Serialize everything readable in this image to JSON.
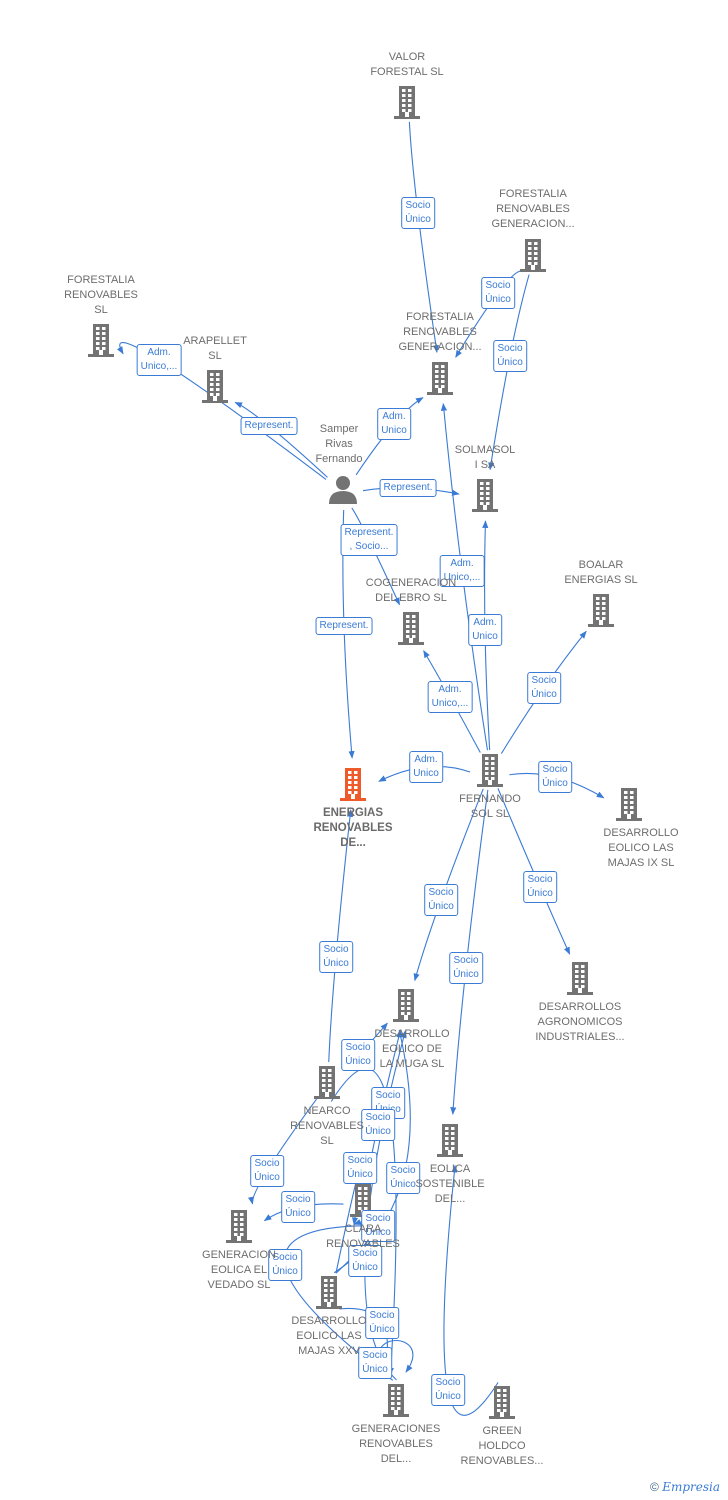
{
  "colors": {
    "node": "#737373",
    "focus": "#ef5a2a",
    "edge": "#3a7bd5"
  },
  "nodes": [
    {
      "id": "valor",
      "label": "VALOR\nFORESTAL SL",
      "icon": "building-icon"
    },
    {
      "id": "frg_top",
      "label": "FORESTALIA\nRENOVABLES\nGENERACION...",
      "icon": "building-icon"
    },
    {
      "id": "fr_sl",
      "label": "FORESTALIA\nRENOVABLES\nSL",
      "icon": "building-icon"
    },
    {
      "id": "arapellet",
      "label": "ARAPELLET\nSL",
      "icon": "building-icon"
    },
    {
      "id": "frg_mid",
      "label": "FORESTALIA\nRENOVABLES\nGENERACION...",
      "icon": "building-icon"
    },
    {
      "id": "samper",
      "label": "Samper\nRivas\nFernando",
      "icon": "person-icon"
    },
    {
      "id": "solmasol",
      "label": "SOLMASOL\nI SA",
      "icon": "building-icon"
    },
    {
      "id": "cogen",
      "label": "COGENERACION\nDEL EBRO  SL",
      "icon": "building-icon"
    },
    {
      "id": "boalar",
      "label": "BOALAR\nENERGIAS  SL",
      "icon": "building-icon"
    },
    {
      "id": "energias",
      "label": "ENERGIAS\nRENOVABLES\nDE...",
      "icon": "building-icon",
      "focus": true
    },
    {
      "id": "fernando",
      "label": "FERNANDO\nSOL SL",
      "icon": "building-icon"
    },
    {
      "id": "des_ix",
      "label": "DESARROLLO\nEOLICO LAS\nMAJAS IX  SL",
      "icon": "building-icon"
    },
    {
      "id": "des_agro",
      "label": "DESARROLLOS\nAGRONOMICOS\nINDUSTRIALES...",
      "icon": "building-icon"
    },
    {
      "id": "des_muga",
      "label": "DESARROLLO\nEOLICO DE\nLA MUGA SL",
      "icon": "building-icon"
    },
    {
      "id": "nearco",
      "label": "NEARCO\nRENOVABLES\nSL",
      "icon": "building-icon"
    },
    {
      "id": "eolica",
      "label": "EOLICA\nSOSTENIBLE\nDEL...",
      "icon": "building-icon"
    },
    {
      "id": "clar",
      "label": "CLARA\nRENOVABLES",
      "icon": "building-icon"
    },
    {
      "id": "gen_vedado",
      "label": "GENERACION\nEOLICA EL\nVEDADO SL",
      "icon": "building-icon"
    },
    {
      "id": "des_xxv",
      "label": "DESARROLLO\nEOLICO LAS\nMAJAS XXV",
      "icon": "building-icon"
    },
    {
      "id": "gen_ren",
      "label": "GENERACIONES\nRENOVABLES\nDEL...",
      "icon": "building-icon"
    },
    {
      "id": "green",
      "label": "GREEN\nHOLDCO\nRENOVABLES...",
      "icon": "building-icon"
    }
  ],
  "edges": [
    {
      "from": "valor",
      "to": "frg_mid",
      "label": "Socio\nÚnico"
    },
    {
      "from": "frg_top",
      "to": "frg_mid",
      "label": "Socio\nÚnico"
    },
    {
      "from": "frg_top",
      "to": "solmasol",
      "label": "Socio\nÚnico"
    },
    {
      "from": "samper",
      "to": "fr_sl",
      "label": "Adm.\nUnico,..."
    },
    {
      "from": "samper",
      "to": "arapellet",
      "label": "Represent."
    },
    {
      "from": "samper",
      "to": "frg_mid",
      "label": "Adm.\nUnico"
    },
    {
      "from": "samper",
      "to": "solmasol",
      "label": "Represent."
    },
    {
      "from": "samper",
      "to": "cogen",
      "label": "Represent.\n, Socio..."
    },
    {
      "from": "samper",
      "to": "energias",
      "label": "Represent."
    },
    {
      "from": "fernando",
      "to": "frg_mid",
      "label": "Adm.\nUnico,..."
    },
    {
      "from": "fernando",
      "to": "solmasol",
      "label": "Adm.\nUnico"
    },
    {
      "from": "fernando",
      "to": "cogen",
      "label": "Adm.\nUnico,..."
    },
    {
      "from": "fernando",
      "to": "boalar",
      "label": "Socio\nÚnico"
    },
    {
      "from": "fernando",
      "to": "energias",
      "label": "Adm.\nUnico"
    },
    {
      "from": "fernando",
      "to": "des_ix",
      "label": "Socio\nÚnico"
    },
    {
      "from": "fernando",
      "to": "des_agro",
      "label": "Socio\nÚnico"
    },
    {
      "from": "fernando",
      "to": "des_muga",
      "label": "Socio\nÚnico"
    },
    {
      "from": "fernando",
      "to": "eolica",
      "label": "Socio\nÚnico"
    },
    {
      "from": "nearco",
      "to": "energias",
      "label": "Socio\nÚnico"
    },
    {
      "from": "nearco",
      "to": "des_muga",
      "label": "Socio\nÚnico"
    },
    {
      "from": "nearco",
      "to": "gen_vedado",
      "label": "Socio\nÚnico"
    },
    {
      "from": "nearco",
      "to": "gen_ren",
      "label": "Socio\nÚnico"
    },
    {
      "from": "clar",
      "to": "des_muga",
      "label": "Socio\nÚnico"
    },
    {
      "from": "clar",
      "to": "gen_vedado",
      "label": "Socio\nÚnico"
    },
    {
      "from": "des_xxv",
      "to": "clar",
      "label": "Socio\nÚnico"
    },
    {
      "from": "des_xxv",
      "to": "des_muga",
      "label": "Socio\nÚnico"
    },
    {
      "from": "des_xxv",
      "to": "clar",
      "label": "Socio\nÚnico"
    },
    {
      "from": "gen_ren",
      "to": "clar",
      "label": "Socio\nÚnico"
    },
    {
      "from": "gen_ren",
      "to": "des_muga",
      "label": "Socio\nÚnico"
    },
    {
      "from": "des_xxv",
      "to": "gen_ren",
      "label": "Socio\nÚnico"
    },
    {
      "from": "gen_ren",
      "to": "gen_ren",
      "label": "Socio\nÚnico"
    },
    {
      "from": "green",
      "to": "eolica",
      "label": "Socio\nÚnico"
    }
  ],
  "footer": {
    "copyright": "©",
    "brand": "Empresia"
  }
}
